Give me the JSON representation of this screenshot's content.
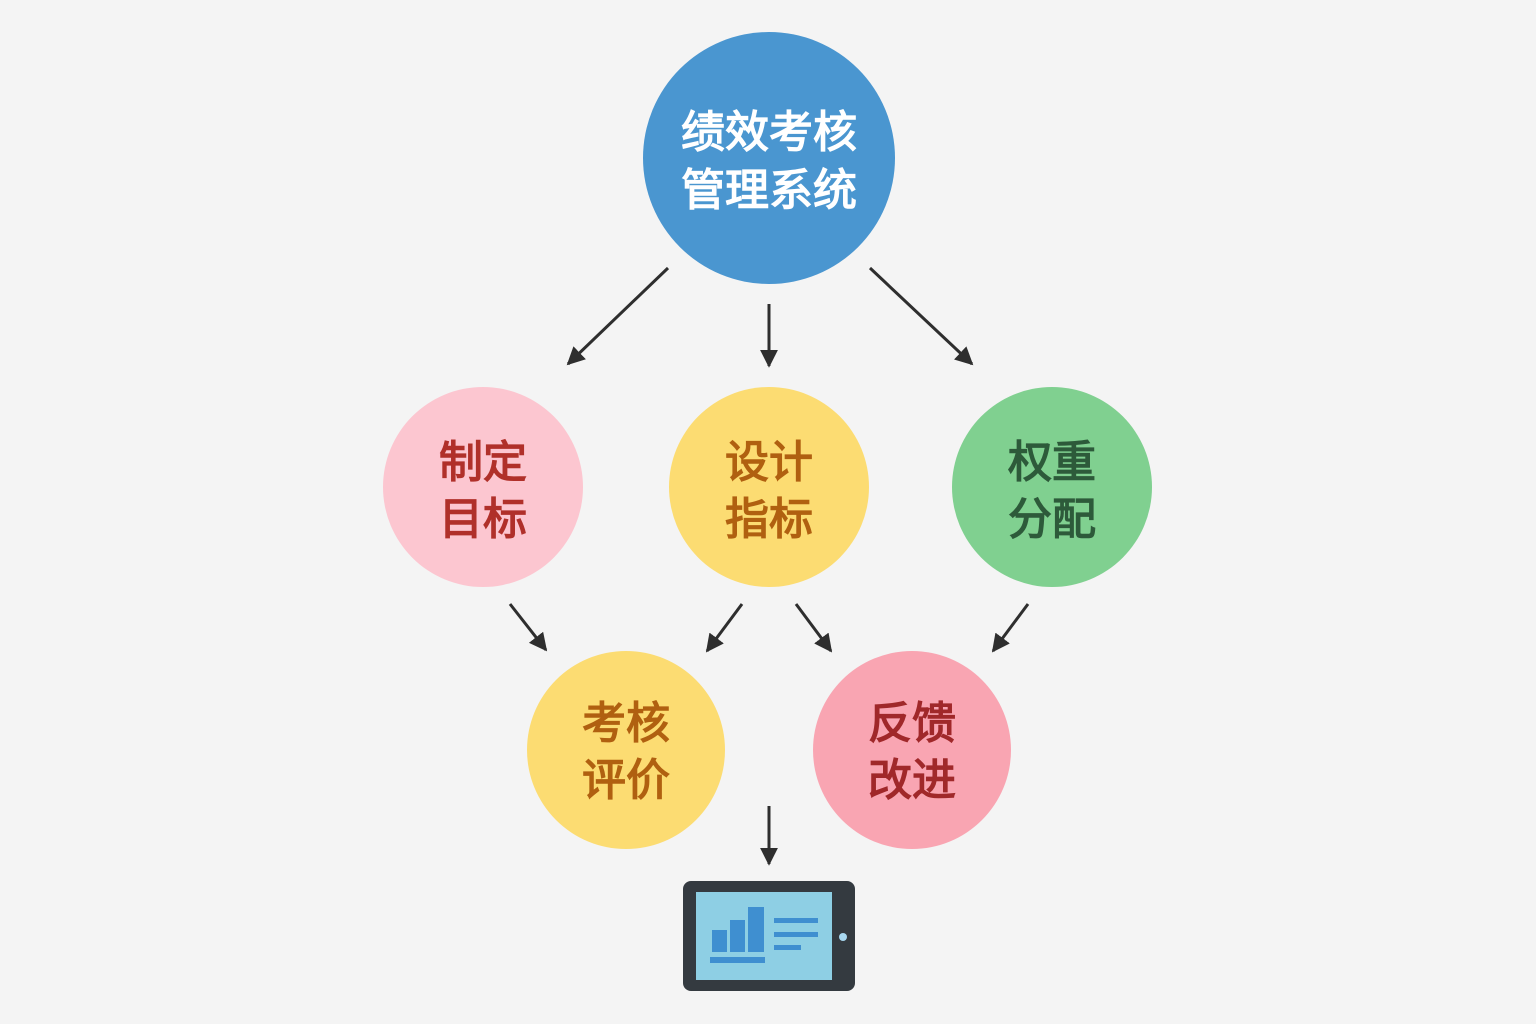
{
  "nodes": {
    "root": {
      "line1": "绩效考核",
      "line2": "管理系统",
      "fill": "#4a96d0",
      "text_color": "#ffffff"
    },
    "set_goals": {
      "line1": "制定",
      "line2": "目标",
      "fill": "#fcc6d0",
      "text_color": "#b0302a"
    },
    "design_metrics": {
      "line1": "设计",
      "line2": "指标",
      "fill": "#fcdc72",
      "text_color": "#b06010"
    },
    "weight_allocation": {
      "line1": "权重",
      "line2": "分配",
      "fill": "#80d090",
      "text_color": "#2d5a3a"
    },
    "evaluation": {
      "line1": "考核",
      "line2": "评价",
      "fill": "#fcdc72",
      "text_color": "#b06010"
    },
    "feedback": {
      "line1": "反馈",
      "line2": "改进",
      "fill": "#f9a5b2",
      "text_color": "#a0282a"
    }
  },
  "icons": {
    "report": "tablet-chart-icon"
  },
  "colors": {
    "arrow": "#2e2e2e",
    "tablet_body": "#343a40",
    "tablet_screen": "#8ecfe4",
    "tablet_chart": "#3f8fd0"
  }
}
